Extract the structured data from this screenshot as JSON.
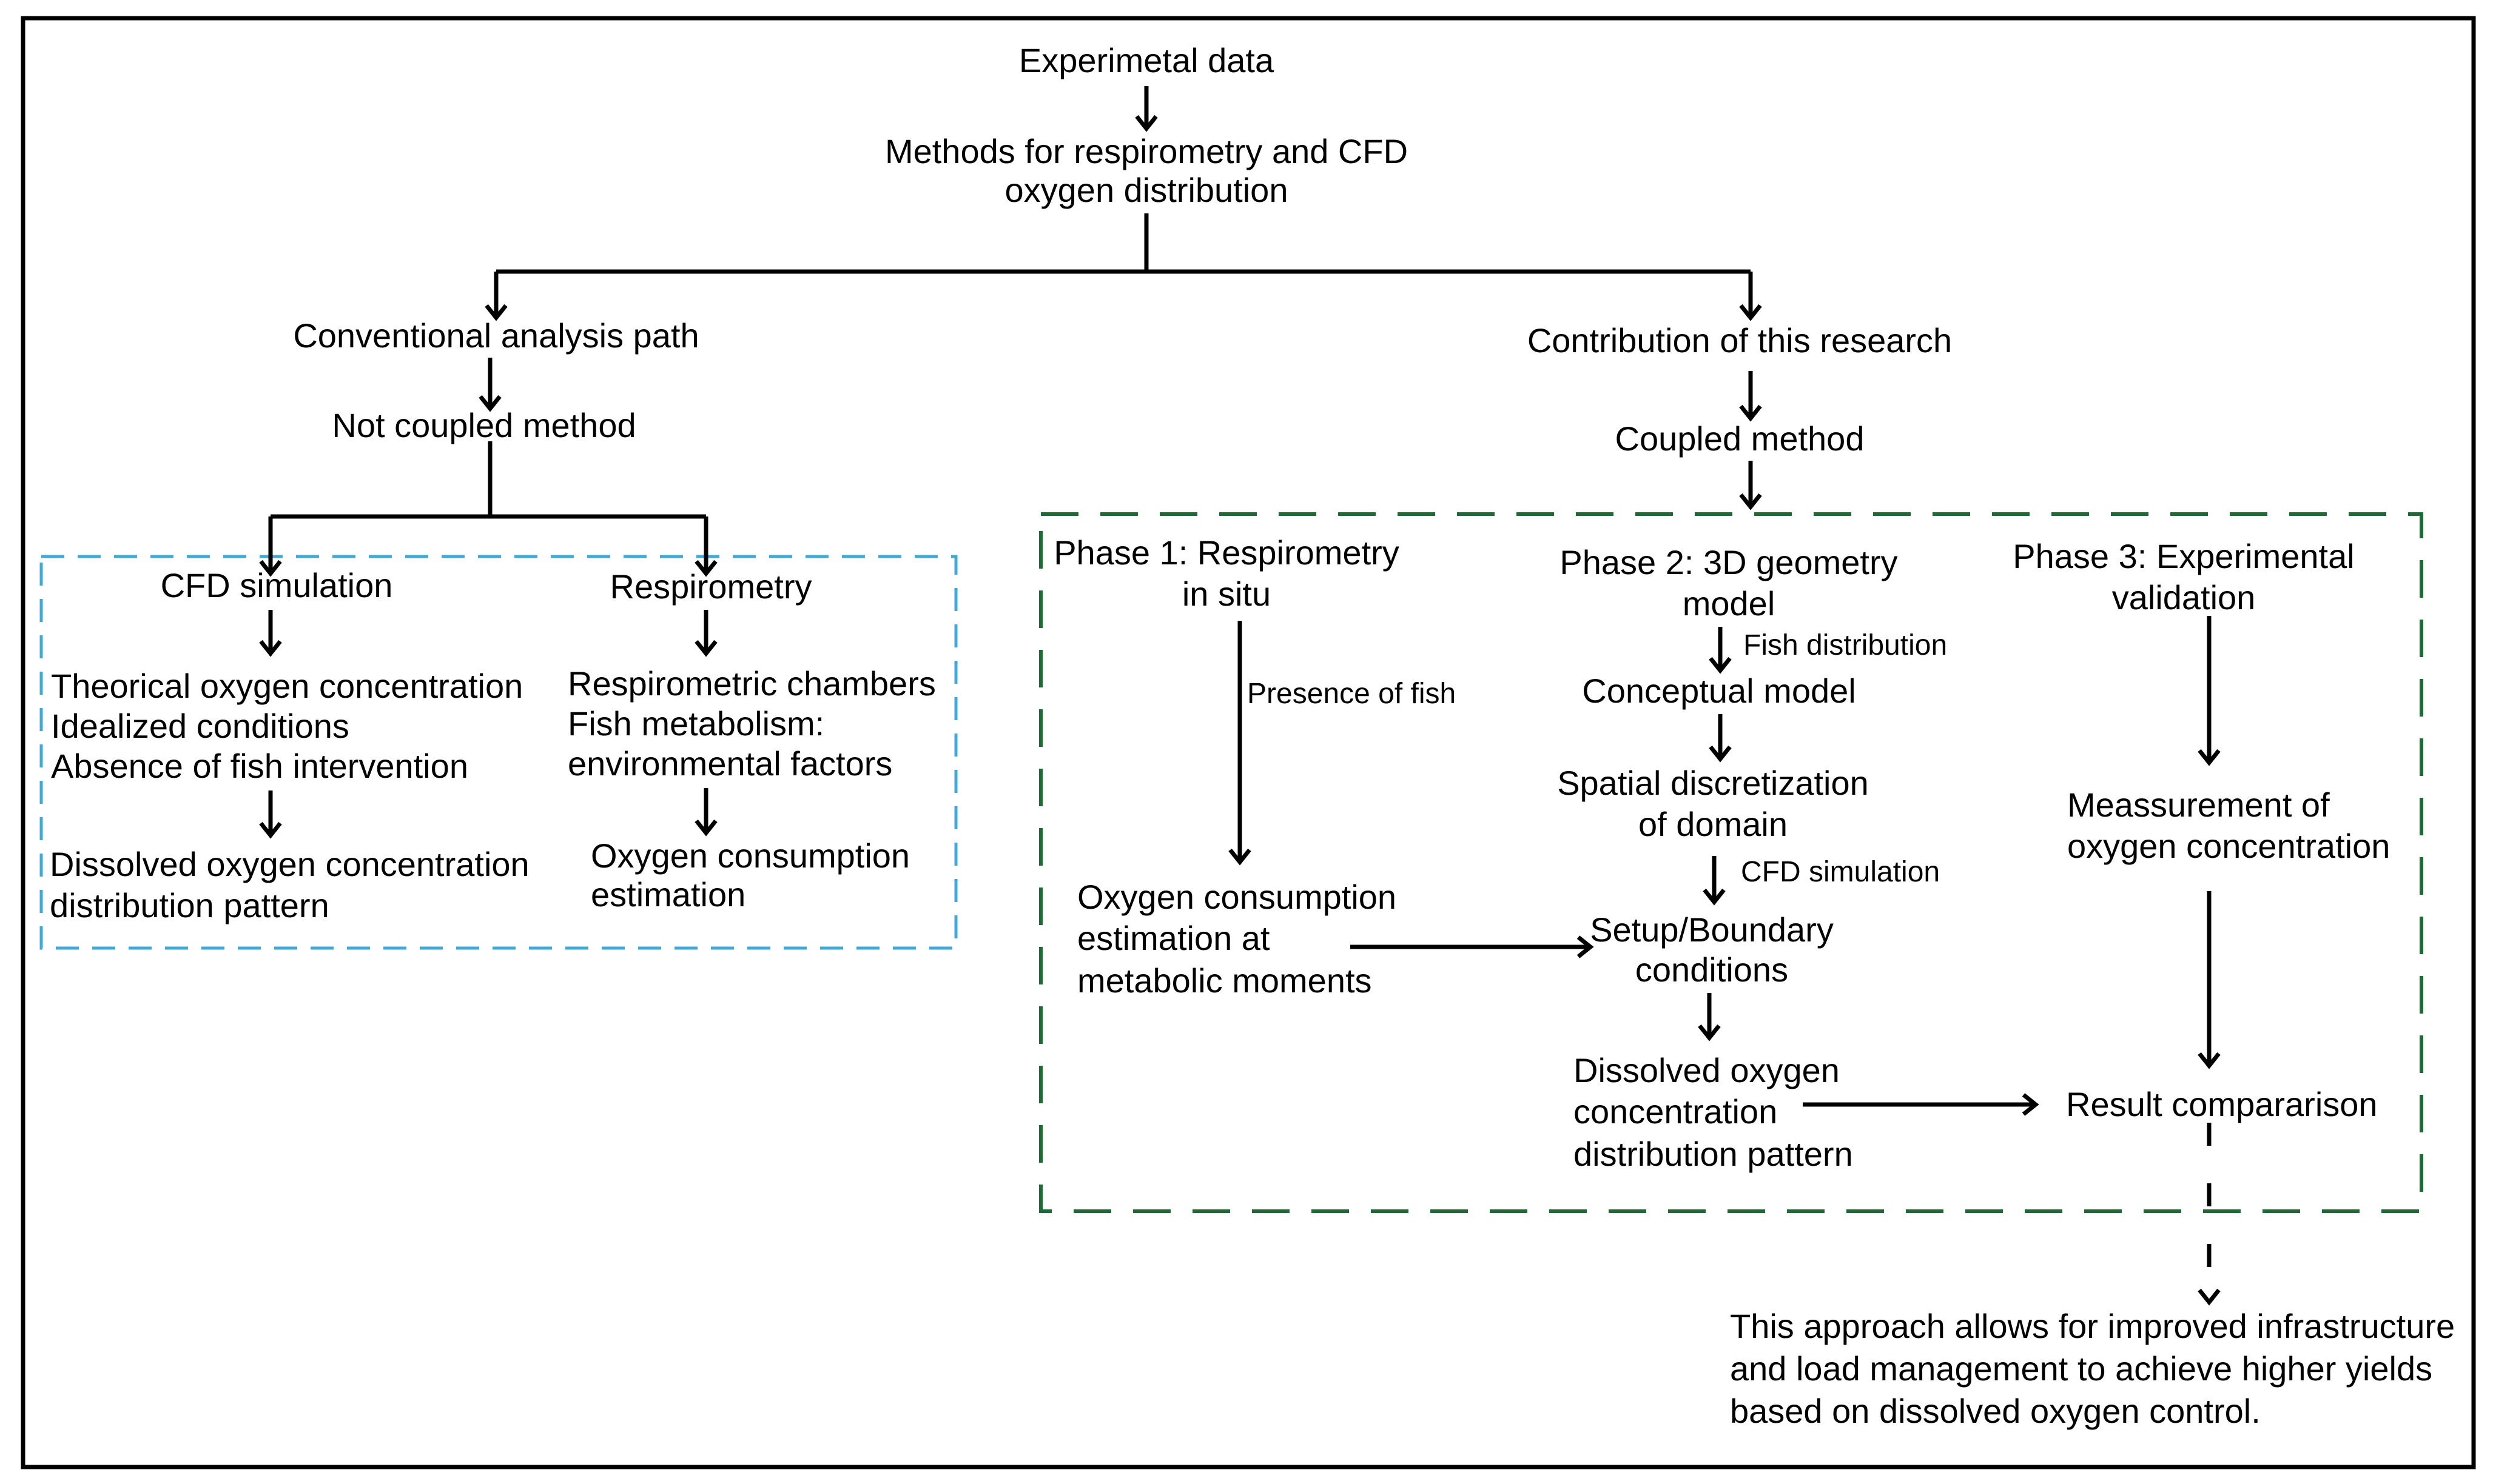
{
  "top": {
    "experimental_data": "Experimetal data",
    "methods_line1": "Methods for respirometry and CFD",
    "methods_line2": "oxygen distribution"
  },
  "conventional": {
    "path": "Conventional analysis path",
    "not_coupled": "Not coupled method",
    "cfd": {
      "title": "CFD simulation",
      "items": [
        "Theorical oxygen concentration",
        "Idealized conditions",
        "Absence of fish intervention"
      ],
      "result_line1": "Dissolved oxygen concentration",
      "result_line2": "distribution pattern"
    },
    "resp": {
      "title": "Respirometry",
      "items": [
        "Respirometric chambers",
        "Fish metabolism:",
        "environmental factors"
      ],
      "result_line1": "Oxygen consumption",
      "result_line2": "estimation"
    }
  },
  "research": {
    "contribution": "Contribution of this research",
    "coupled": "Coupled method",
    "phase1": {
      "title_line1": "Phase 1: Respirometry",
      "title_line2": "in situ",
      "edge_label": "Presence of fish",
      "result_line1": "Oxygen consumption",
      "result_line2": "estimation at",
      "result_line3": "metabolic moments"
    },
    "phase2": {
      "title_line1": "Phase 2: 3D geometry",
      "title_line2": "model",
      "edge_label1": "Fish distribution",
      "conceptual": "Conceptual model",
      "spatial_line1": "Spatial discretization",
      "spatial_line2": "of domain",
      "edge_label2": "CFD simulation",
      "setup_line1": "Setup/Boundary",
      "setup_line2": "conditions",
      "dissolved_line1": "Dissolved oxygen",
      "dissolved_line2": "concentration",
      "dissolved_line3": "distribution pattern"
    },
    "phase3": {
      "title_line1": "Phase 3: Experimental",
      "title_line2": "validation",
      "measure_line1": "Meassurement of",
      "measure_line2": "oxygen concentration",
      "comparison": "Result compararison"
    }
  },
  "conclusion": {
    "line1": "This approach allows for improved infrastructure",
    "line2": "and load management to achieve higher yields",
    "line3": "based on dissolved oxygen control."
  },
  "colors": {
    "outer_border": "#000000",
    "conventional_box": "#3fa9d8",
    "research_box": "#1f6b35"
  }
}
